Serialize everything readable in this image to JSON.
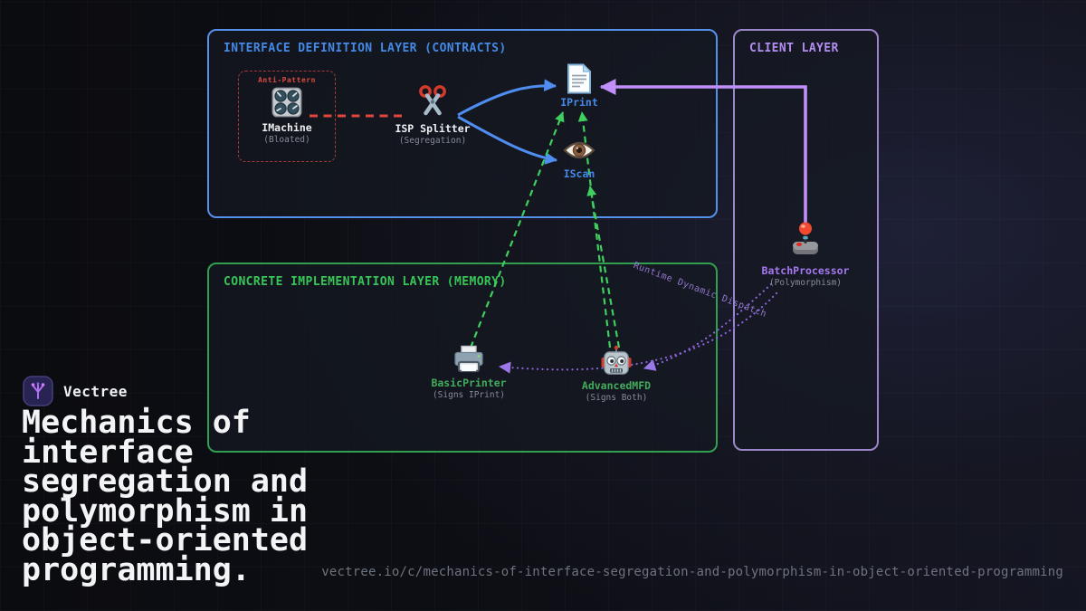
{
  "brand": {
    "name": "Vectree"
  },
  "title_lines": [
    "Mechanics of",
    "interface",
    "segregation and",
    "polymorphism in",
    "object-oriented",
    "programming."
  ],
  "footer": {
    "url": "vectree.io/c/mechanics-of-interface-segregation-and-polymorphism-in-object-oriented-programming"
  },
  "layers": {
    "interface": {
      "title": "INTERFACE DEFINITION LAYER (CONTRACTS)",
      "accent": "#4489e6"
    },
    "client": {
      "title": "CLIENT LAYER",
      "accent": "#b48df1"
    },
    "implementation": {
      "title": "CONCRETE IMPLEMENTATION LAYER (MEMORY)",
      "accent": "#38c558"
    }
  },
  "badges": {
    "anti_pattern": "Anti-Pattern"
  },
  "nodes": {
    "imachine": {
      "name": "IMachine",
      "subtitle": "(Bloated)",
      "icon": "control-knobs-icon"
    },
    "isp_splitter": {
      "name": "ISP Splitter",
      "subtitle": "(Segregation)",
      "icon": "scissors-icon"
    },
    "iprint": {
      "name": "IPrint",
      "icon": "document-icon"
    },
    "iscan": {
      "name": "IScan",
      "icon": "eye-icon"
    },
    "batch_processor": {
      "name": "BatchProcessor",
      "subtitle": "(Polymorphism)",
      "icon": "joystick-icon"
    },
    "basic_printer": {
      "name": "BasicPrinter",
      "subtitle": "(Signs IPrint)",
      "icon": "printer-icon"
    },
    "advanced_mfd": {
      "name": "AdvancedMFD",
      "subtitle": "(Signs Both)",
      "icon": "robot-icon"
    }
  },
  "annotations": {
    "runtime_dispatch": "Runtime Dynamic Dispatch"
  },
  "colors": {
    "arrow_blue": "#4f8ef0",
    "arrow_green": "#3ecf5e",
    "arrow_purple_solid": "#c18ff9",
    "arrow_purple_dotted": "#8a63d8",
    "anti_pattern_red": "#e0463c",
    "background": "#0e0f15"
  }
}
